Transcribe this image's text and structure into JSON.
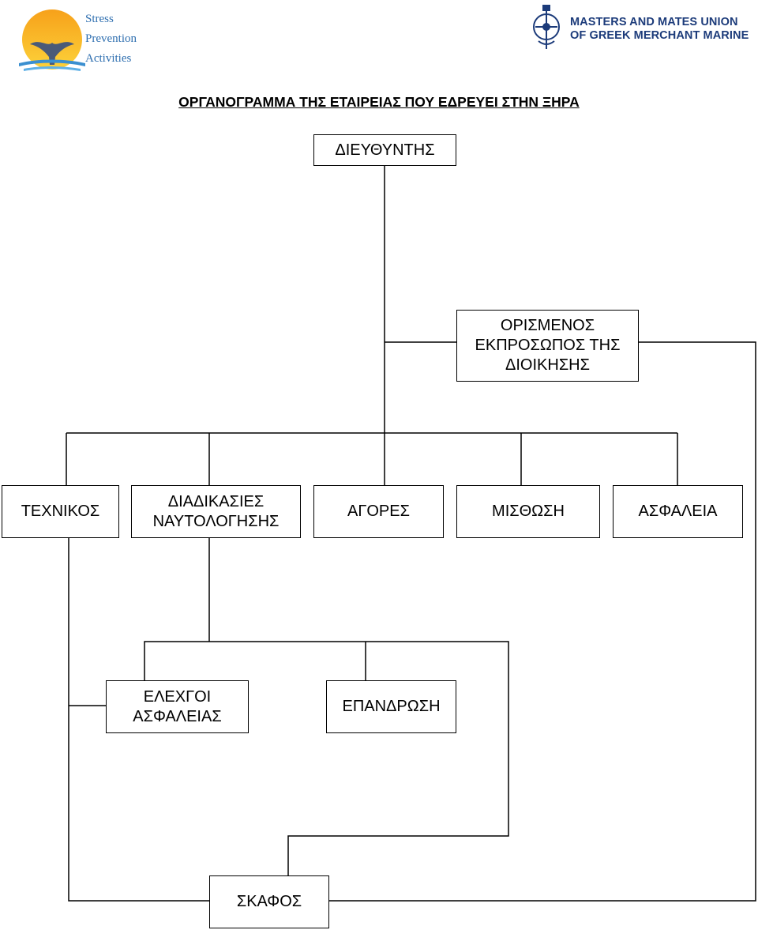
{
  "logos": {
    "left": {
      "line1": "Stress",
      "line2": "Prevention",
      "line3": "Activities"
    },
    "right": {
      "line1": "MASTERS AND MATES UNION",
      "line2": "OF GREEK MERCHANT MARINE"
    }
  },
  "title": "ΟΡΓΑΝΟΓΡΑΜΜΑ ΤΗΣ ΕΤΑΙΡΕΙΑΣ ΠΟΥ ΕΔΡΕΥΕΙ ΣΤΗΝ ΞΗΡΑ",
  "nodes": {
    "director": "ΔΙΕΥΘΥΝΤΗΣ",
    "representative": "ΟΡΙΣΜΕΝΟΣ\nΕΚΠΡΟΣΩΠΟΣ ΤΗΣ\nΔΙΟΙΚΗΣΗΣ",
    "technical": "ΤΕΧΝΙΚΟΣ",
    "crewing": "ΔΙΑΔΙΚΑΣΙΕΣ\nΝΑΥΤΟΛΟΓΗΣΗΣ",
    "purchasing": "ΑΓΟΡΕΣ",
    "chartering": "ΜΙΣΘΩΣΗ",
    "insurance": "ΑΣΦΑΛΕΙΑ",
    "safety_checks": "ΕΛΕΧΓΟΙ\nΑΣΦΑΛΕΙΑΣ",
    "manning": "ΕΠΑΝΔΡΩΣΗ",
    "vessel": "ΣΚΑΦΟΣ"
  }
}
